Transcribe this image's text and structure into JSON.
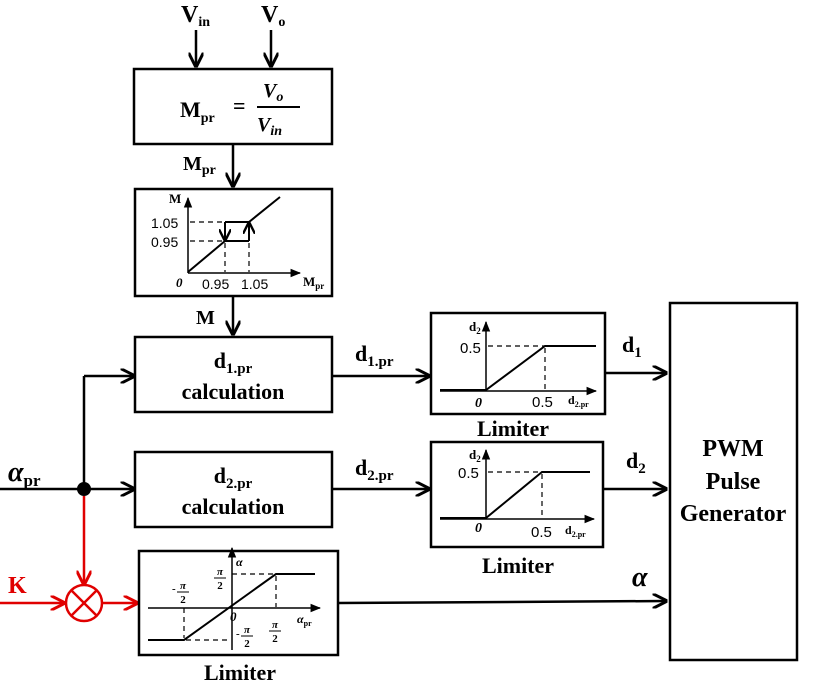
{
  "inputs": {
    "vin": {
      "main": "V",
      "sub": "in"
    },
    "vo": {
      "main": "V",
      "sub": "o"
    }
  },
  "ratio_block": {
    "lhs_main": "M",
    "lhs_sub": "pr",
    "equals": "=",
    "num_main": "V",
    "num_sub": "o",
    "den_main": "V",
    "den_sub": "in"
  },
  "signals": {
    "mpr": {
      "main": "M",
      "sub": "pr"
    },
    "m": "M",
    "d1pr": {
      "main": "d",
      "sub": "1.pr"
    },
    "d2pr": {
      "main": "d",
      "sub": "2.pr"
    },
    "d1": {
      "main": "d",
      "sub": "1"
    },
    "d2": {
      "main": "d",
      "sub": "2"
    },
    "alpha_pr": {
      "main": "α",
      "sub": "pr"
    },
    "alpha": "α",
    "k": "K"
  },
  "hysteresis": {
    "y_axis": "M",
    "x_axis_main": "M",
    "x_axis_sub": "pr",
    "origin": "0",
    "y_ticks": [
      "1.05",
      "0.95"
    ],
    "x_ticks": [
      "0.95",
      "1.05"
    ]
  },
  "calc_blocks": [
    {
      "title_main": "d",
      "title_sub": "1.pr",
      "line2": "calculation"
    },
    {
      "title_main": "d",
      "title_sub": "2.pr",
      "line2": "calculation"
    }
  ],
  "limiters": [
    {
      "y_main": "d",
      "y_sub": "2",
      "y_tick": "0.5",
      "origin": "0",
      "x_tick": "0.5",
      "x_main": "d",
      "x_sub": "2.pr",
      "caption": "Limiter"
    },
    {
      "y_main": "d",
      "y_sub": "2",
      "y_tick": "0.5",
      "origin": "0",
      "x_tick": "0.5",
      "x_main": "d",
      "x_sub": "2.pr",
      "caption": "Limiter"
    }
  ],
  "alpha_limiter": {
    "y_main": "α",
    "pos_num": "π",
    "den": "2",
    "neg_sign": "-",
    "origin": "0",
    "x_main": "α",
    "x_sub": "pr",
    "caption": "Limiter"
  },
  "pwm": {
    "line1": "PWM",
    "line2": "Pulse",
    "line3": "Generator"
  }
}
